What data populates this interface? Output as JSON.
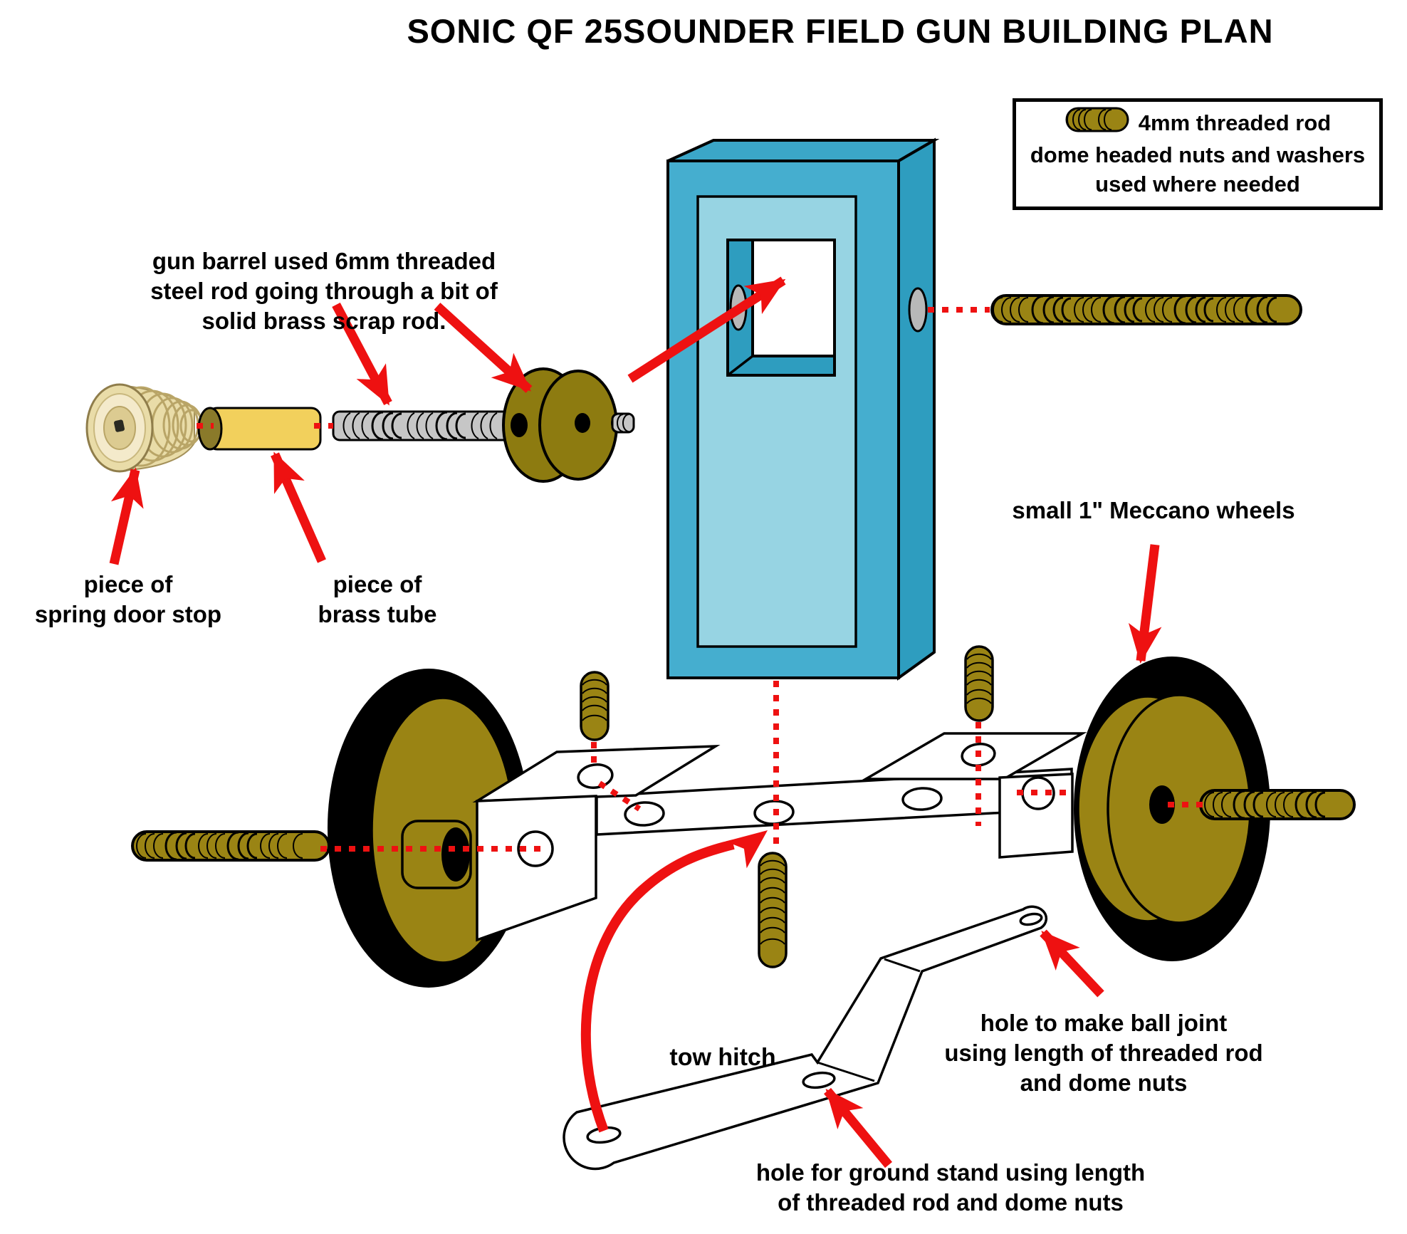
{
  "title": "SONIC QF 25SOUNDER FIELD GUN BUILDING PLAN",
  "note_box": {
    "icon": "threaded-rod-icon",
    "line1": "4mm threaded rod",
    "line2": "dome headed nuts and washers",
    "line3": "used where needed"
  },
  "labels": {
    "gun_barrel": "gun barrel used 6mm threaded\nsteel rod going through a bit of\nsolid brass scrap rod.",
    "spring_door_stop": "piece of\nspring door stop",
    "brass_tube": "piece of\nbrass tube",
    "meccano_wheels": "small 1\" Meccano wheels",
    "tow_hitch": "tow hitch",
    "ball_joint": "hole to make ball joint\nusing length of threaded rod\nand dome nuts",
    "ground_stand": "hole for ground stand using length\nof threaded rod and dome nuts"
  },
  "parts": [
    "spring door stop",
    "brass tube",
    "6mm threaded steel rod",
    "brass scrap rod muzzle",
    "gun shield",
    "4mm threaded rod",
    "small 1\" Meccano wheels",
    "axle brackets",
    "chassis beam",
    "tow hitch"
  ],
  "colors": {
    "red": "#EE1111",
    "brass": "#9A8414",
    "disc": "#8D7B10",
    "tube": "#F2D05C",
    "tube_end": "#8A7A2A",
    "steel": "#C6C6C6",
    "hole_gray": "#B8B8B8",
    "shield_front": "#45AECF",
    "shield_top": "#3BA6C8",
    "shield_side": "#2E9DBF",
    "shield_panel": "#97D4E3",
    "doorstop_body": "#E9DCA8",
    "doorstop_ring": "#B9A567",
    "doorstop_light": "#F4EACB"
  }
}
